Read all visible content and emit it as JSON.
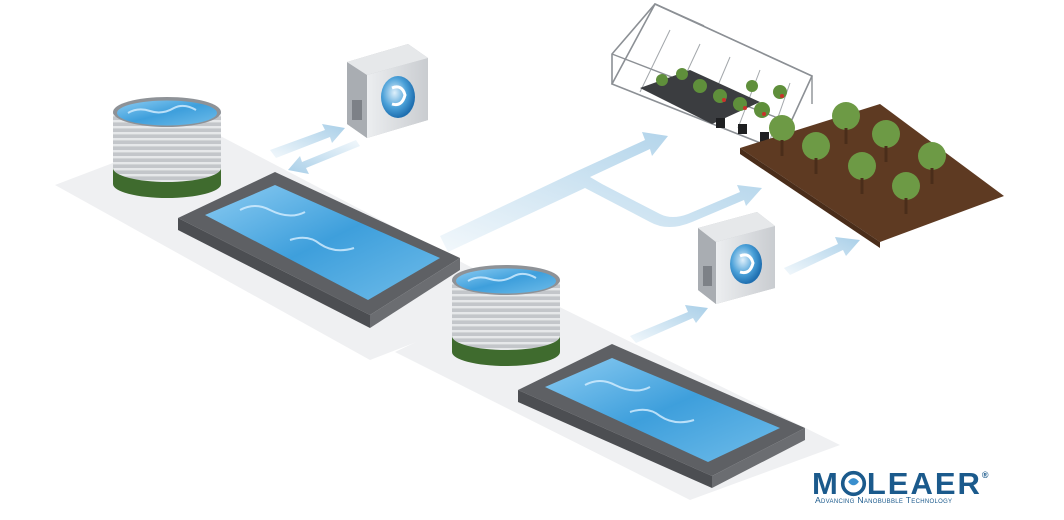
{
  "logo": {
    "name_prefix": "M",
    "name_suffix": "LEAER",
    "registered_mark": "®",
    "tagline": "Advancing Nanobubble Technology",
    "brand_color": "#1b5a8c"
  },
  "colors": {
    "water": "#4da6de",
    "water_light": "#9fd3f3",
    "flow_arrow": "#a9cfe8",
    "tank_stripe": "#b9bcc0",
    "tank_base": "#3f6b2e",
    "liner": "#6d6f72",
    "soil": "#5e3a22",
    "foliage": "#6d9a45",
    "generator_body": "#d7d9dc",
    "generator_disc": "#3a8fce"
  },
  "icons": {
    "generator": "nanobubble-generator-icon",
    "tank": "water-tank-icon",
    "pond": "pond-icon",
    "greenhouse": "greenhouse-icon",
    "orchard": "tree-icon"
  }
}
